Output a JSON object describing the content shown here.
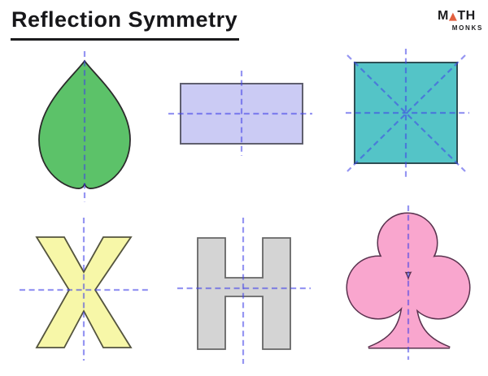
{
  "header": {
    "title": "Reflection Symmetry",
    "logo": {
      "word_start": "M",
      "triangle_glyph": "▲",
      "word_end": "TH",
      "subtext": "MONKS",
      "triangle_color": "#e2603f",
      "text_color": "#1d1d1f"
    }
  },
  "diagram": {
    "background": "#ffffff",
    "symmetry_line_color": "#3f3fe8",
    "shapes": {
      "leaf": {
        "label": "leaf",
        "fill": "#5cc269",
        "outline": "#2b2b2b",
        "symmetry_lines": [
          "vertical"
        ]
      },
      "rectangle": {
        "label": "rectangle",
        "fill": "#cbcbf4",
        "outline": "#5f5f6e",
        "symmetry_lines": [
          "horizontal",
          "vertical"
        ]
      },
      "square": {
        "label": "square",
        "fill": "#54c4c7",
        "outline": "#2e4e54",
        "symmetry_lines": [
          "vertical",
          "horizontal",
          "diagonal-down",
          "diagonal-up"
        ]
      },
      "letter_x": {
        "label": "letter X",
        "fill": "#f7f7a8",
        "outline": "#54543e",
        "symmetry_lines": [
          "horizontal",
          "vertical"
        ]
      },
      "letter_h": {
        "label": "letter H",
        "fill": "#d4d4d4",
        "outline": "#666666",
        "symmetry_lines": [
          "horizontal",
          "vertical"
        ]
      },
      "club": {
        "label": "club (card suit)",
        "fill": "#f9a6ce",
        "outline": "#59324e",
        "symmetry_lines": [
          "vertical"
        ]
      }
    }
  }
}
